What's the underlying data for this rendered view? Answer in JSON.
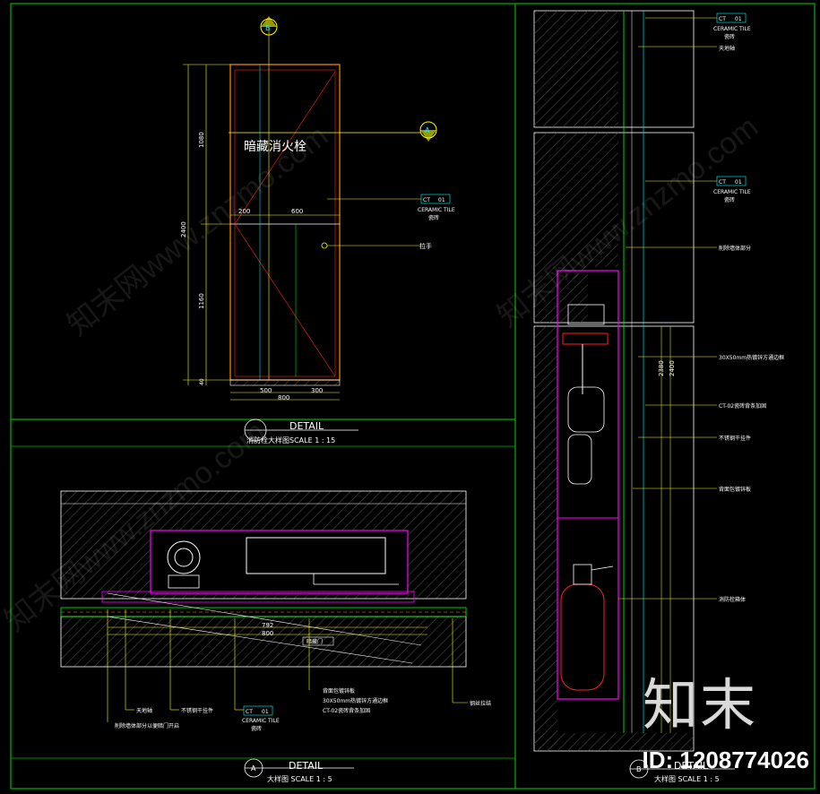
{
  "colors": {
    "frame": "#00b400",
    "line": "#ffffff",
    "yellow": "#ffff00",
    "cyan": "#00ffff",
    "red": "#ff2020",
    "magenta": "#ff00ff",
    "green": "#00ff00",
    "orange": "#ff8c00",
    "hatch": "#4a4a4a"
  },
  "top_view": {
    "title_cn": "暗藏消火栓",
    "dims": {
      "h1": "1080",
      "h_total": "2400",
      "h2": "1160",
      "h_base": "40",
      "w_a": "200",
      "w_b": "600",
      "w_c": "500",
      "w_d": "300",
      "w_total": "800"
    },
    "section_b": "B",
    "section_a": "A",
    "labels": {
      "ceramic_code": "CT",
      "ceramic_no": "01",
      "ceramic_en": "CERAMIC TILE",
      "ceramic_cn": "瓷砖",
      "handle": "拉手"
    },
    "caption": {
      "detail": "DETAIL",
      "sub": "消防栓大样图SCALE 1 : 15"
    }
  },
  "bottom_view": {
    "dims": {
      "inner": "792",
      "total": "800",
      "dark": "暗藏门"
    },
    "labels": [
      "背面包镀锌板",
      "30X50mm热镀锌方通边框",
      "CT-02瓷砖背条加固"
    ],
    "left_labels": [
      "削除墙体部分以便暗门开启",
      "天地轴",
      "不锈钢干挂件"
    ],
    "right_label": "钢丝拉结",
    "ceramic": {
      "code": "CT",
      "no": "01",
      "en": "CERAMIC TILE",
      "cn": "瓷砖"
    },
    "caption": {
      "marker": "A",
      "detail": "DETAIL",
      "sub": "大样图  SCALE 1 : 5"
    }
  },
  "right_view": {
    "labels": [
      "天地轴",
      "削除墙体部分",
      "30X50mm热镀锌方通边框",
      "CT-02瓷砖背条加固",
      "不锈钢干挂件",
      "背面包镀锌板",
      "消防栓箱体"
    ],
    "ceramic": {
      "code": "CT",
      "no": "01",
      "en": "CERAMIC TILE",
      "cn": "瓷砖"
    },
    "dims": {
      "a": "2380",
      "b": "2400"
    },
    "caption": {
      "marker": "B",
      "detail": "DETAIL",
      "sub": "大样图  SCALE 1 : 5"
    }
  },
  "watermark": {
    "brand": "知末",
    "id": "ID: 1208774026",
    "site": "知末网www.znzmo.com"
  }
}
